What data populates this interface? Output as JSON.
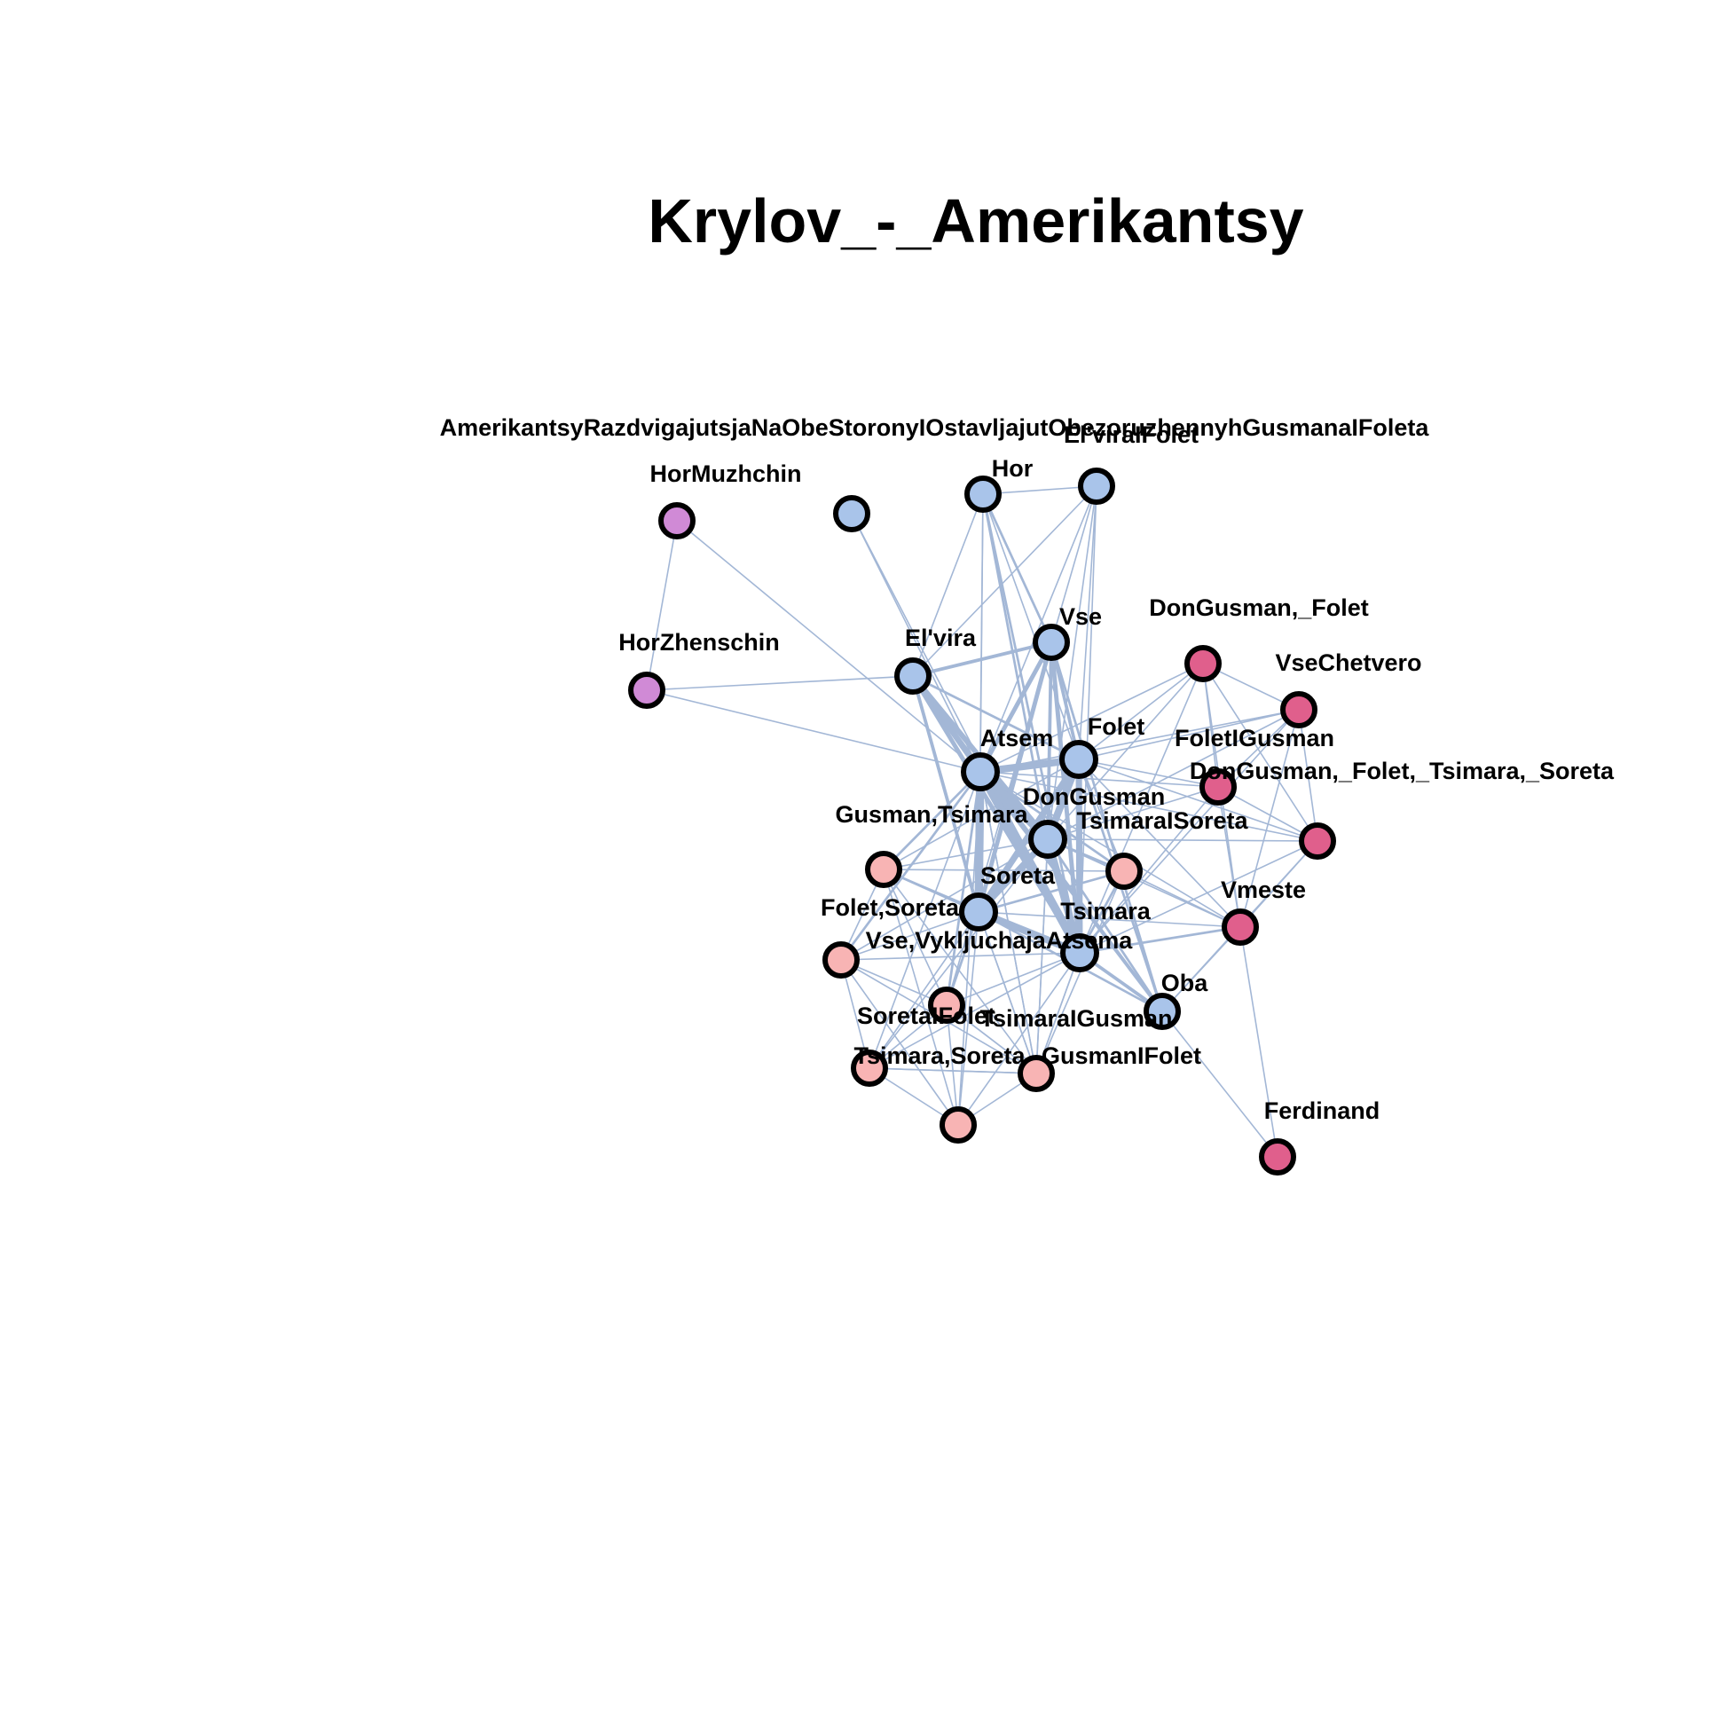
{
  "title": "Krylov_-_Amerikantsy",
  "colors": {
    "edge": "#a3b7d6",
    "background": "#ffffff",
    "node_stroke": "#000000",
    "groups": {
      "blue": "#a9c4ea",
      "pink": "#f8b4b4",
      "magenta": "#e05f8c",
      "purple": "#d08ad6"
    }
  },
  "nodes": [
    {
      "id": "amerikantsy",
      "label": "AmerikantsyRazdvigajutsjaNaObeStoronyIOstavljajutObezoruzhennyhGusmanaIFoleta",
      "group": "blue"
    },
    {
      "id": "hormuzhchin",
      "label": "HorMuzhchin",
      "group": "purple"
    },
    {
      "id": "hor",
      "label": "Hor",
      "group": "blue"
    },
    {
      "id": "elviraifolet",
      "label": "El'viraIFolet",
      "group": "blue"
    },
    {
      "id": "horzhenschin",
      "label": "HorZhenschin",
      "group": "purple"
    },
    {
      "id": "elvira",
      "label": "El'vira",
      "group": "blue"
    },
    {
      "id": "vse",
      "label": "Vse",
      "group": "blue"
    },
    {
      "id": "dongusman_folet",
      "label": "DonGusman,_Folet",
      "group": "magenta"
    },
    {
      "id": "vsechetvero",
      "label": "VseChetvero",
      "group": "magenta"
    },
    {
      "id": "atsem",
      "label": "Atsem",
      "group": "blue"
    },
    {
      "id": "folet",
      "label": "Folet",
      "group": "blue"
    },
    {
      "id": "foletigusman",
      "label": "FoletIGusman",
      "group": "magenta"
    },
    {
      "id": "dongusman_all",
      "label": "DonGusman,_Folet,_Tsimara,_Soreta",
      "group": "magenta"
    },
    {
      "id": "dongusman",
      "label": "DonGusman",
      "group": "blue"
    },
    {
      "id": "tsimaraisoreta",
      "label": "TsimaraISoreta",
      "group": "pink"
    },
    {
      "id": "gusman_tsimara",
      "label": "Gusman,Tsimara",
      "group": "pink"
    },
    {
      "id": "soreta",
      "label": "Soreta",
      "group": "blue"
    },
    {
      "id": "vmeste",
      "label": "Vmeste",
      "group": "magenta"
    },
    {
      "id": "tsimara",
      "label": "Tsimara",
      "group": "blue"
    },
    {
      "id": "folet_soreta",
      "label": "Folet,Soreta",
      "group": "pink"
    },
    {
      "id": "vse_vykljuchaja",
      "label": "Vse,VykljuchajaAtsema",
      "group": "pink"
    },
    {
      "id": "oba",
      "label": "Oba",
      "group": "blue"
    },
    {
      "id": "soretaifolet",
      "label": "SoretaIFolet",
      "group": "pink"
    },
    {
      "id": "tsimaraigusman",
      "label": "TsimaraIGusman",
      "group": "pink"
    },
    {
      "id": "tsimara_soreta",
      "label": "Tsimara,Soreta",
      "group": "pink"
    },
    {
      "id": "gusmanifolet",
      "label": "GusmanIFolet",
      "group": "pink"
    },
    {
      "id": "ferdinand",
      "label": "Ferdinand",
      "group": "magenta"
    }
  ],
  "edges": [
    [
      "hormuzhchin",
      "horzhenschin",
      1
    ],
    [
      "hormuzhchin",
      "atsem",
      1
    ],
    [
      "horzhenschin",
      "elvira",
      1
    ],
    [
      "horzhenschin",
      "atsem",
      1
    ],
    [
      "amerikantsy",
      "atsem",
      1
    ],
    [
      "amerikantsy",
      "tsimara",
      1
    ],
    [
      "hor",
      "elvira",
      1
    ],
    [
      "hor",
      "vse",
      2
    ],
    [
      "hor",
      "atsem",
      1
    ],
    [
      "hor",
      "dongusman",
      2
    ],
    [
      "hor",
      "tsimara",
      2
    ],
    [
      "hor",
      "soreta",
      1
    ],
    [
      "hor",
      "folet",
      1
    ],
    [
      "hor",
      "elviraifolet",
      1
    ],
    [
      "elviraifolet",
      "elvira",
      1
    ],
    [
      "elviraifolet",
      "vse",
      1
    ],
    [
      "elviraifolet",
      "folet",
      1
    ],
    [
      "elviraifolet",
      "dongusman",
      1
    ],
    [
      "elviraifolet",
      "atsem",
      1
    ],
    [
      "elviraifolet",
      "tsimara",
      1
    ],
    [
      "elvira",
      "vse",
      3
    ],
    [
      "elvira",
      "atsem",
      5
    ],
    [
      "elvira",
      "dongusman",
      5
    ],
    [
      "elvira",
      "tsimara",
      4
    ],
    [
      "elvira",
      "soreta",
      3
    ],
    [
      "elvira",
      "folet",
      2
    ],
    [
      "elvira",
      "oba",
      2
    ],
    [
      "vse",
      "atsem",
      4
    ],
    [
      "vse",
      "folet",
      3
    ],
    [
      "vse",
      "dongusman",
      3
    ],
    [
      "vse",
      "soreta",
      4
    ],
    [
      "vse",
      "tsimara",
      4
    ],
    [
      "vse",
      "oba",
      2
    ],
    [
      "vse",
      "vse_vykljuchaja",
      1
    ],
    [
      "atsem",
      "folet",
      7
    ],
    [
      "atsem",
      "dongusman",
      8
    ],
    [
      "atsem",
      "soreta",
      8
    ],
    [
      "atsem",
      "tsimara",
      8
    ],
    [
      "atsem",
      "oba",
      3
    ],
    [
      "atsem",
      "tsimaraisoreta",
      2
    ],
    [
      "atsem",
      "gusman_tsimara",
      2
    ],
    [
      "atsem",
      "folet_soreta",
      2
    ],
    [
      "atsem",
      "vse_vykljuchaja",
      2
    ],
    [
      "atsem",
      "dongusman_folet",
      1
    ],
    [
      "atsem",
      "vsechetvero",
      1
    ],
    [
      "atsem",
      "foletigusman",
      1
    ],
    [
      "atsem",
      "dongusman_all",
      1
    ],
    [
      "atsem",
      "vmeste",
      1
    ],
    [
      "atsem",
      "soretaifolet",
      1
    ],
    [
      "atsem",
      "tsimaraigusman",
      1
    ],
    [
      "atsem",
      "tsimara_soreta",
      1
    ],
    [
      "atsem",
      "gusmanifolet",
      1
    ],
    [
      "folet",
      "dongusman",
      7
    ],
    [
      "folet",
      "soreta",
      6
    ],
    [
      "folet",
      "tsimara",
      6
    ],
    [
      "folet",
      "oba",
      2
    ],
    [
      "folet",
      "dongusman_folet",
      1
    ],
    [
      "folet",
      "vsechetvero",
      1
    ],
    [
      "folet",
      "foletigusman",
      1
    ],
    [
      "folet",
      "dongusman_all",
      1
    ],
    [
      "folet",
      "vmeste",
      1
    ],
    [
      "folet",
      "tsimaraisoreta",
      1
    ],
    [
      "folet",
      "gusman_tsimara",
      1
    ],
    [
      "dongusman",
      "soreta",
      6
    ],
    [
      "dongusman",
      "tsimara",
      7
    ],
    [
      "dongusman",
      "oba",
      2
    ],
    [
      "dongusman",
      "dongusman_folet",
      1
    ],
    [
      "dongusman",
      "vsechetvero",
      1
    ],
    [
      "dongusman",
      "foletigusman",
      1
    ],
    [
      "dongusman",
      "dongusman_all",
      1
    ],
    [
      "dongusman",
      "vmeste",
      1
    ],
    [
      "dongusman",
      "tsimaraisoreta",
      2
    ],
    [
      "dongusman",
      "gusman_tsimara",
      1
    ],
    [
      "dongusman",
      "folet_soreta",
      1
    ],
    [
      "dongusman",
      "soretaifolet",
      1
    ],
    [
      "dongusman",
      "tsimaraigusman",
      1
    ],
    [
      "dongusman",
      "gusmanifolet",
      1
    ],
    [
      "soreta",
      "tsimara",
      7
    ],
    [
      "soreta",
      "oba",
      2
    ],
    [
      "soreta",
      "tsimaraisoreta",
      2
    ],
    [
      "soreta",
      "gusman_tsimara",
      2
    ],
    [
      "soreta",
      "folet_soreta",
      1
    ],
    [
      "soreta",
      "vse_vykljuchaja",
      2
    ],
    [
      "soreta",
      "soretaifolet",
      1
    ],
    [
      "soreta",
      "tsimaraigusman",
      1
    ],
    [
      "soreta",
      "tsimara_soreta",
      1
    ],
    [
      "soreta",
      "gusmanifolet",
      1
    ],
    [
      "soreta",
      "vmeste",
      1
    ],
    [
      "tsimara",
      "oba",
      3
    ],
    [
      "tsimara",
      "tsimaraisoreta",
      2
    ],
    [
      "tsimara",
      "gusman_tsimara",
      1
    ],
    [
      "tsimara",
      "folet_soreta",
      1
    ],
    [
      "tsimara",
      "vse_vykljuchaja",
      1
    ],
    [
      "tsimara",
      "soretaifolet",
      1
    ],
    [
      "tsimara",
      "tsimaraigusman",
      1
    ],
    [
      "tsimara",
      "tsimara_soreta",
      1
    ],
    [
      "tsimara",
      "gusmanifolet",
      1
    ],
    [
      "tsimara",
      "vmeste",
      2
    ],
    [
      "tsimara",
      "dongusman_all",
      1
    ],
    [
      "tsimara",
      "foletigusman",
      1
    ],
    [
      "tsimara",
      "dongusman_folet",
      1
    ],
    [
      "tsimara",
      "vsechetvero",
      1
    ],
    [
      "oba",
      "ferdinand",
      1
    ],
    [
      "oba",
      "vmeste",
      1
    ],
    [
      "oba",
      "dongusman_all",
      1
    ],
    [
      "vmeste",
      "ferdinand",
      1
    ],
    [
      "dongusman_folet",
      "vsechetvero",
      1
    ],
    [
      "dongusman_folet",
      "foletigusman",
      1
    ],
    [
      "dongusman_folet",
      "dongusman_all",
      1
    ],
    [
      "dongusman_folet",
      "vmeste",
      1
    ],
    [
      "vsechetvero",
      "foletigusman",
      1
    ],
    [
      "vsechetvero",
      "dongusman_all",
      1
    ],
    [
      "vsechetvero",
      "vmeste",
      1
    ],
    [
      "foletigusman",
      "dongusman_all",
      1
    ],
    [
      "foletigusman",
      "vmeste",
      1
    ],
    [
      "dongusman_all",
      "vmeste",
      1
    ],
    [
      "tsimaraisoreta",
      "vmeste",
      1
    ],
    [
      "tsimaraisoreta",
      "gusman_tsimara",
      1
    ],
    [
      "tsimaraisoreta",
      "tsimaraigusman",
      1
    ],
    [
      "gusman_tsimara",
      "folet_soreta",
      1
    ],
    [
      "gusman_tsimara",
      "vse_vykljuchaja",
      1
    ],
    [
      "gusman_tsimara",
      "tsimara_soreta",
      1
    ],
    [
      "gusman_tsimara",
      "gusmanifolet",
      1
    ],
    [
      "folet_soreta",
      "vse_vykljuchaja",
      1
    ],
    [
      "folet_soreta",
      "tsimara_soreta",
      1
    ],
    [
      "folet_soreta",
      "soretaifolet",
      1
    ],
    [
      "folet_soreta",
      "gusmanifolet",
      1
    ],
    [
      "vse_vykljuchaja",
      "tsimara_soreta",
      1
    ],
    [
      "vse_vykljuchaja",
      "gusmanifolet",
      1
    ],
    [
      "vse_vykljuchaja",
      "soretaifolet",
      1
    ],
    [
      "vse_vykljuchaja",
      "tsimaraigusman",
      1
    ],
    [
      "tsimara_soreta",
      "soretaifolet",
      1
    ],
    [
      "tsimara_soreta",
      "gusmanifolet",
      1
    ],
    [
      "soretaifolet",
      "gusmanifolet",
      1
    ],
    [
      "soretaifolet",
      "tsimaraigusman",
      1
    ],
    [
      "tsimaraigusman",
      "gusmanifolet",
      1
    ]
  ]
}
